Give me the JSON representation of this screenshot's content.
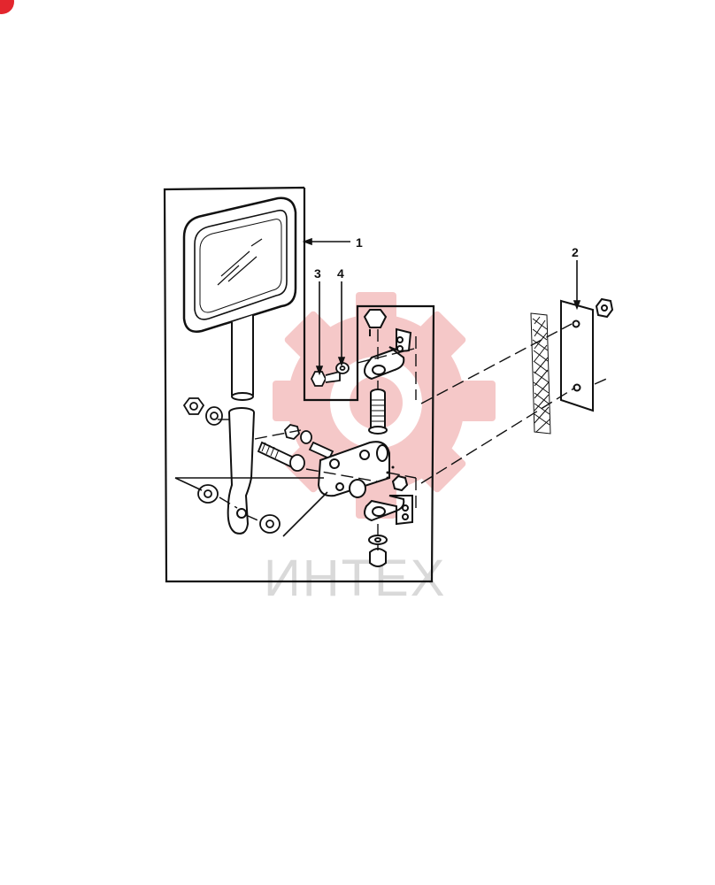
{
  "callouts": {
    "c1": "1",
    "c2": "2",
    "c3": "3",
    "c4": "4"
  },
  "watermark": {
    "text": "ИНТЕХ",
    "color": "#d9d9d9",
    "gear_color": "#f4c3c3"
  },
  "corner_badge": {
    "color": "#e3262e"
  },
  "line_color": "#111111"
}
